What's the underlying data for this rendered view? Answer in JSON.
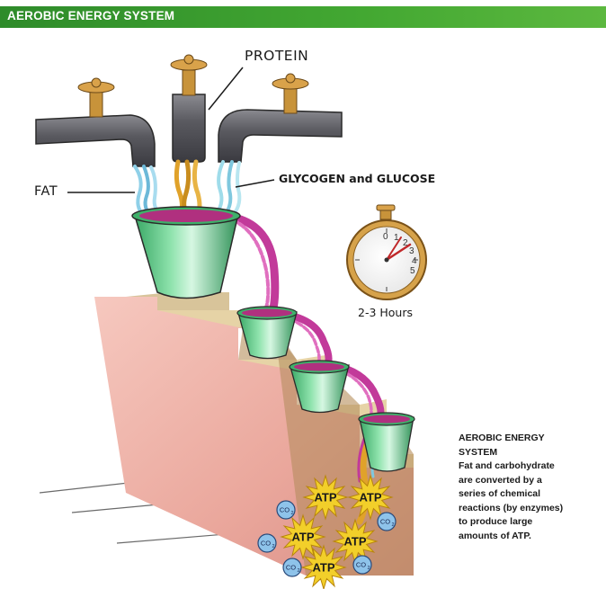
{
  "header": {
    "title": "AEROBIC ENERGY SYSTEM"
  },
  "labels": {
    "protein": "PROTEIN",
    "fat": "FAT",
    "glycogen": "GLYCOGEN and GLUCOSE",
    "duration": "2-3 Hours"
  },
  "clock": {
    "dial_numbers": [
      "0",
      "1",
      "2",
      "3",
      "4",
      "5"
    ]
  },
  "products": {
    "atp": "ATP",
    "co2": "CO",
    "co2_sub": "2"
  },
  "description": {
    "lines": [
      "AEROBIC ENERGY",
      "SYSTEM",
      "Fat and carbohydrate",
      "are converted by a",
      "series of chemical",
      "reactions (by enzymes)",
      "to produce large",
      "amounts of ATP."
    ]
  },
  "colors": {
    "header_green": "#43a832",
    "pot_green": "#5fcf86",
    "wall_pink": "#efb0a6",
    "fat_stream": "#8fd0e8",
    "protein_stream": "#e0a22a",
    "glucose_stream": "#9fdcea",
    "mixed_stream": "#c23a9a",
    "atp_burst": "#f2cf2a",
    "faucet_gray": "#5a5a5e",
    "handle_brass": "#c8933a"
  }
}
